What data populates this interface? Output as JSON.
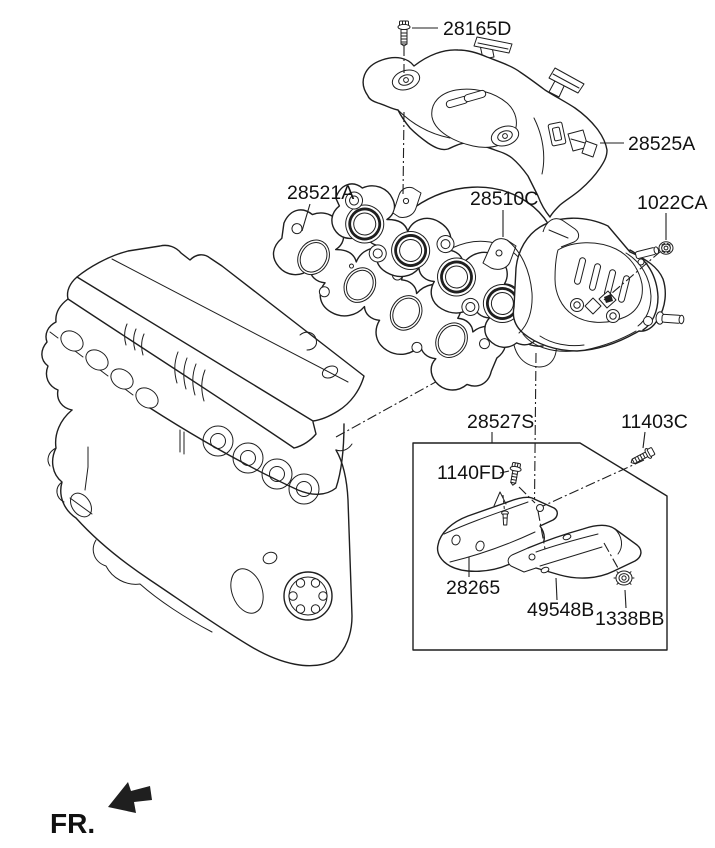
{
  "colors": {
    "background": "#ffffff",
    "line": "#1f1f1f",
    "text": "#111111"
  },
  "callouts": {
    "c28165D": "28165D",
    "c28525A": "28525A",
    "c28521A": "28521A",
    "c28510C": "28510C",
    "c1022CA": "1022CA",
    "c28527S": "28527S",
    "c11403C": "11403C",
    "c1140FD": "1140FD",
    "c28265": "28265",
    "c49548B": "49548B",
    "c1338BB": "1338BB"
  },
  "direction_indicator": {
    "label": "FR."
  }
}
